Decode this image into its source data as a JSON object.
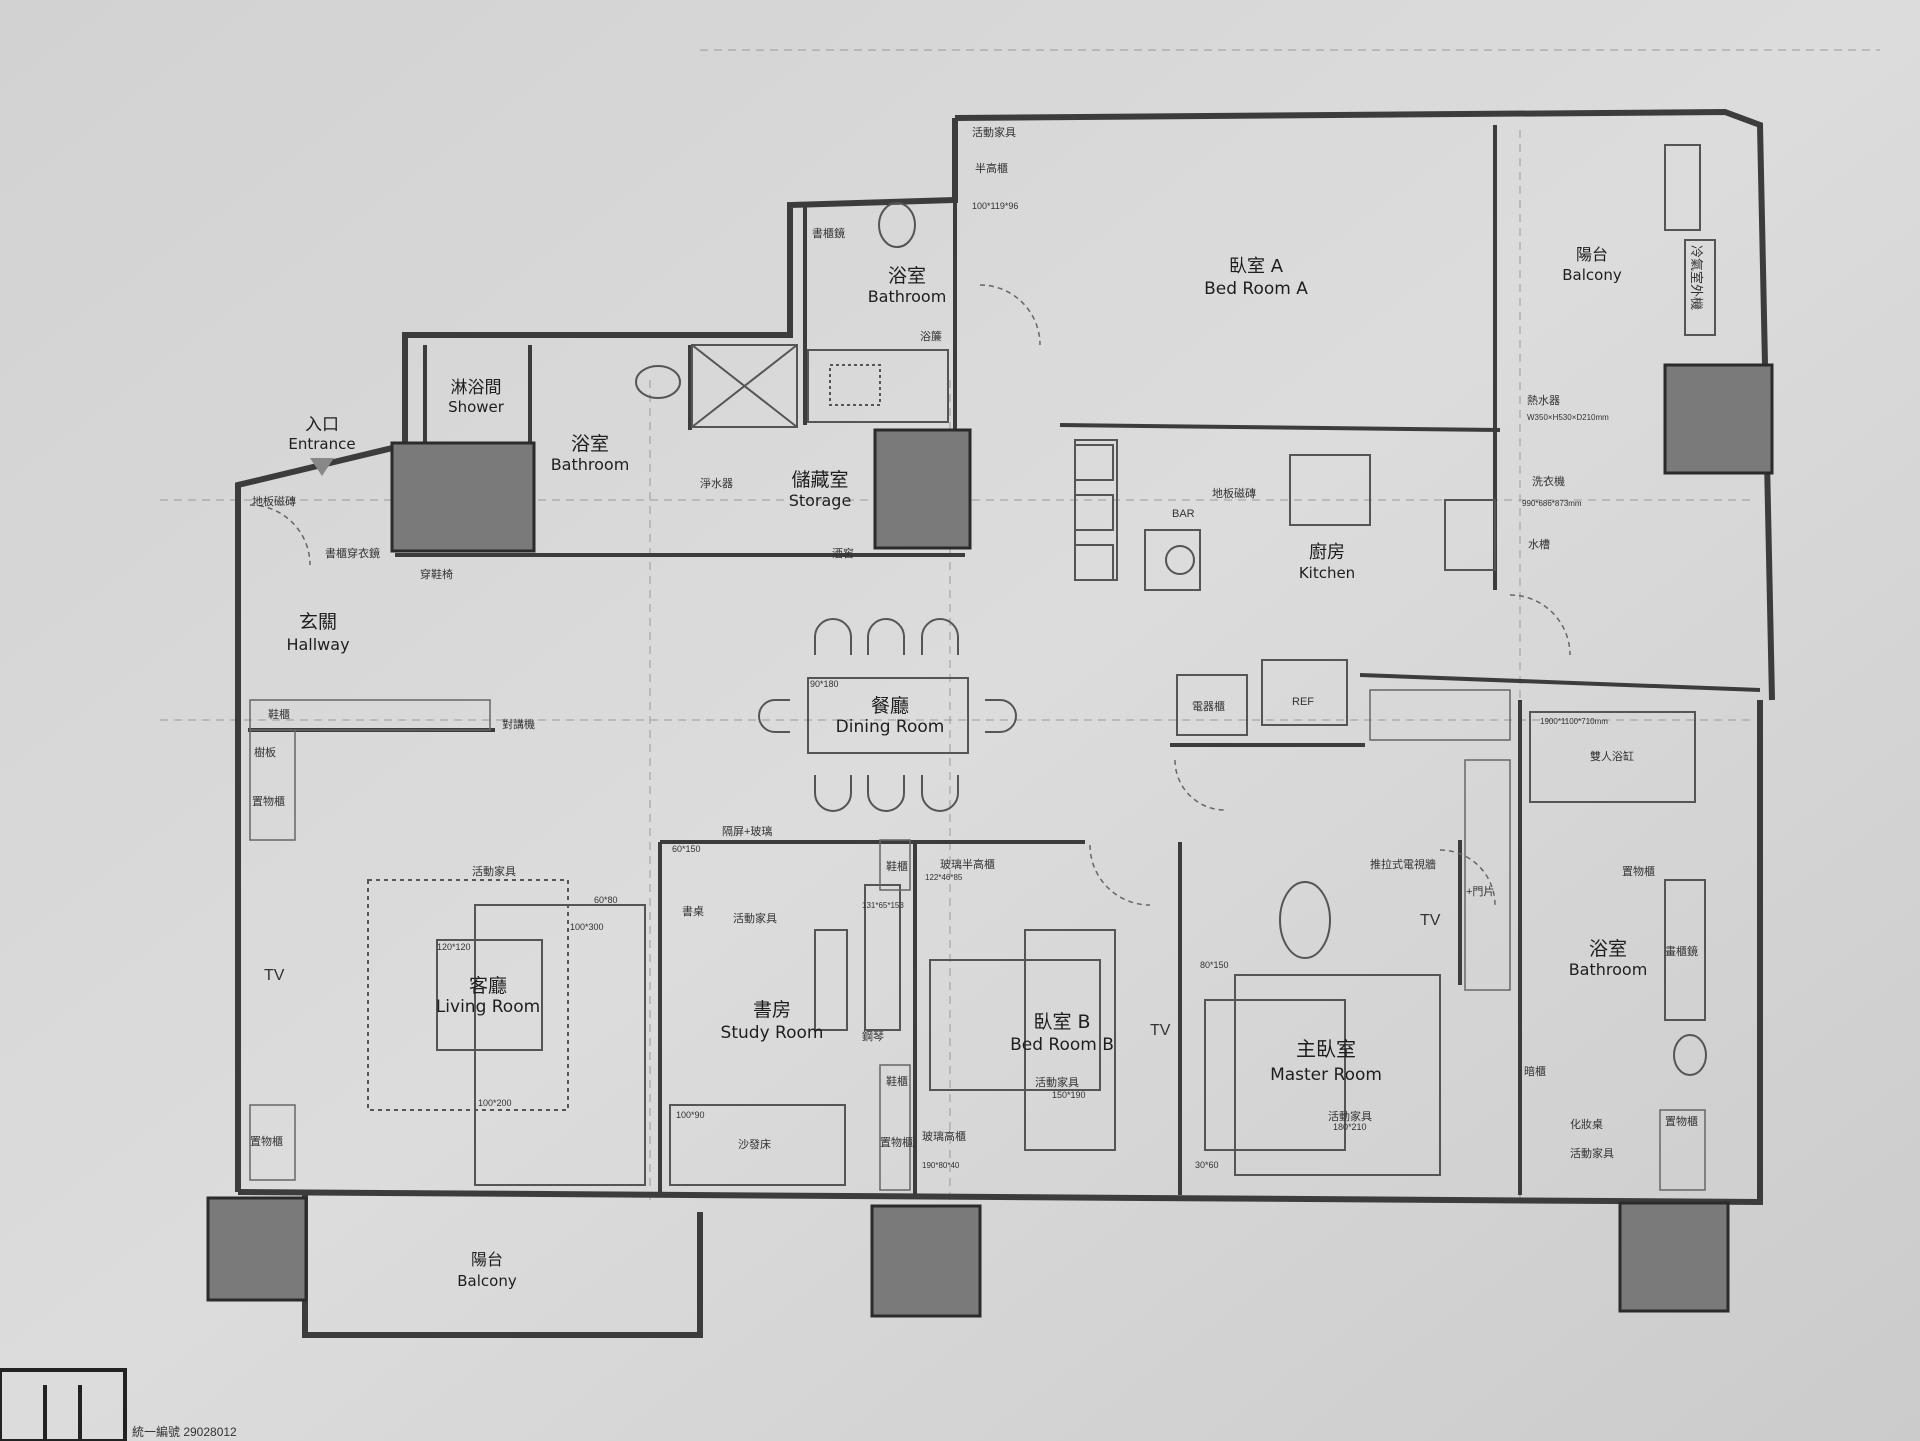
{
  "rooms": {
    "bed_a": {
      "zh": "臥室 A",
      "en": "Bed Room A"
    },
    "balcony_ne": {
      "zh": "陽台",
      "en": "Balcony"
    },
    "bath_top": {
      "zh": "浴室",
      "en": "Bathroom"
    },
    "shower": {
      "zh": "淋浴間",
      "en": "Shower"
    },
    "bath_mid": {
      "zh": "浴室",
      "en": "Bathroom"
    },
    "entrance": {
      "zh": "入口",
      "en": "Entrance"
    },
    "storage": {
      "zh": "儲藏室",
      "en": "Storage"
    },
    "kitchen": {
      "zh": "廚房",
      "en": "Kitchen"
    },
    "hallway": {
      "zh": "玄關",
      "en": "Hallway"
    },
    "dining": {
      "zh": "餐廳",
      "en": "Dining Room"
    },
    "living": {
      "zh": "客廳",
      "en": "Living Room"
    },
    "study": {
      "zh": "書房",
      "en": "Study Room"
    },
    "bed_b": {
      "zh": "臥室 B",
      "en": "Bed Room B"
    },
    "master": {
      "zh": "主臥室",
      "en": "Master Room"
    },
    "bath_master": {
      "zh": "浴室",
      "en": "Bathroom"
    },
    "balcony_s": {
      "zh": "陽台",
      "en": "Balcony"
    }
  },
  "notes": {
    "movable": "活動家具",
    "half_cab": "半高櫃",
    "half_dim": "100*119*96",
    "book_cab": "書櫃鏡",
    "curtain": "浴簾",
    "floor_tile": "地板磁磚",
    "floor_tile2": "地板磁磚",
    "wardrobe": "書櫃穿衣鏡",
    "shoe_bench": "穿鞋椅",
    "water_purifier": "淨水器",
    "wine": "酒窖",
    "bar": "BAR",
    "water_heater": "熱水器",
    "heater_dim": "W350×H530×D210mm",
    "washer": "洗衣機",
    "washer_dim": "990*686*873mm",
    "sink": "水槽",
    "ac_outdoor": "冷氣室外機",
    "shoe_cab": "鞋櫃",
    "intercom": "對講機",
    "counter": "樹板",
    "storage_cab": "置物櫃",
    "appliance": "電器櫃",
    "ref": "REF",
    "double_tub": "雙人浴缸",
    "tub_dim": "1900*1100*710mm",
    "dining_table": "90*180",
    "partition": "隔屏+玻璃",
    "glass_cab": "玻璃半高櫃",
    "glass_dim": "122*46*85",
    "desk_dim": "60*150",
    "desk": "書桌",
    "shelf_dim": "131*65*153",
    "piano": "鋼琴",
    "sofa_bed": "沙發床",
    "sofa_dim": "100*90",
    "glass_tall": "玻璃高櫃",
    "tall_dim": "190*80*40",
    "bed_b_dim": "150*190",
    "tv": "TV",
    "tv_sliding": "推拉式電視牆",
    "door_piece": "+門片",
    "vanity": "化妝桌",
    "master_bed_dim": "180*210",
    "dim_80_150": "80*150",
    "dim_30_60": "30*60",
    "mirror_cab": "畫櫃鏡",
    "table_120": "120*120",
    "rug_dim": "100*300",
    "rug_dim2": "100*200",
    "dim_60_80": "60*80",
    "dark_cab": "暗櫃",
    "doc_number": "統一編號 29028012"
  },
  "colors": {
    "paper": "#d8d8d8",
    "wall": "#3c3c3c",
    "column": "#7a7a7a",
    "line": "#555555"
  }
}
